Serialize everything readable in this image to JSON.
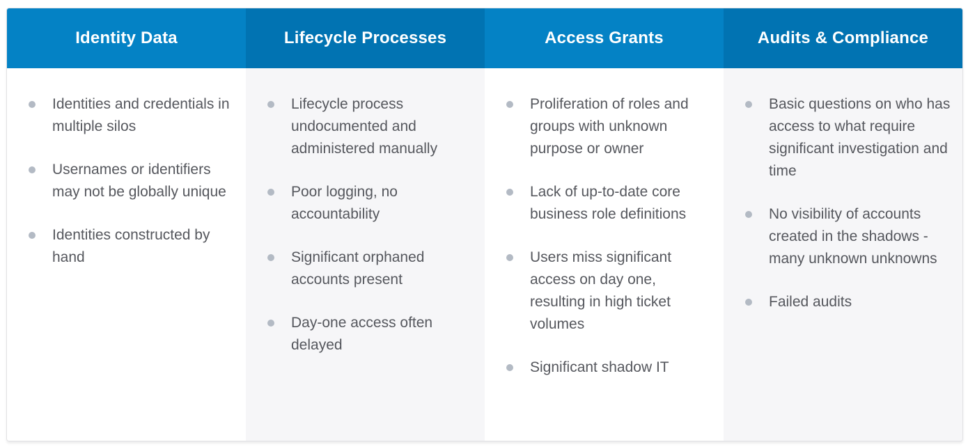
{
  "table": {
    "columns": [
      {
        "header": "Identity Data",
        "items": [
          "Identities and credentials in multiple silos",
          "Usernames or identifiers may not be globally unique",
          "Identities constructed by hand"
        ]
      },
      {
        "header": "Lifecycle Processes",
        "items": [
          "Lifecycle process undocumented and administered manually",
          "Poor logging, no accountability",
          "Significant orphaned accounts present",
          "Day-one access often delayed"
        ]
      },
      {
        "header": "Access Grants",
        "items": [
          "Proliferation of roles and groups with unknown purpose or owner",
          "Lack of up-to-date core business role definitions",
          "Users miss significant access on day one, resulting in high ticket volumes",
          "Significant shadow IT"
        ]
      },
      {
        "header": "Audits & Compliance",
        "items": [
          "Basic questions on who has access to what require significant investigation and time",
          "No visibility of accounts created in the shadows - many unknown unknowns",
          "Failed audits"
        ]
      }
    ],
    "colors": {
      "header_blue_light": "#0482c5",
      "header_blue_dark": "#0173b2",
      "body_bg": "#ffffff",
      "body_bg_alt": "#f6f6f8",
      "text": "#55575d",
      "bullet": "#b3bac4",
      "header_text": "#ffffff",
      "card_border": "#e1e1e4"
    }
  }
}
